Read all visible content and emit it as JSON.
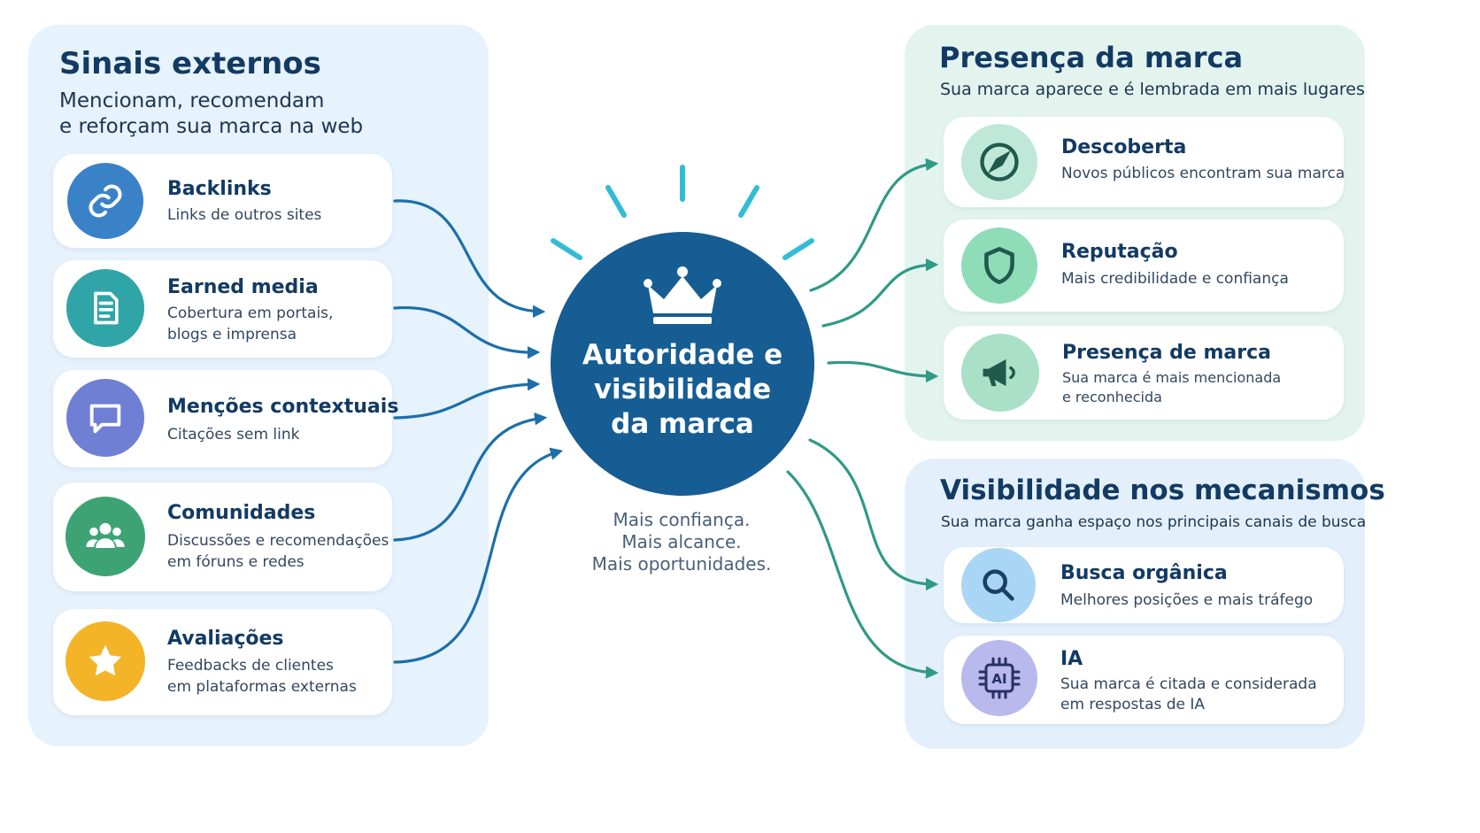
{
  "left_panel": {
    "title": "Sinais externos",
    "subtitle": [
      "Mencionam, recomendam",
      "e reforçam sua marca na web"
    ],
    "items": [
      {
        "title": "Backlinks",
        "desc": [
          "Links de outros sites"
        ],
        "icon": "link-icon",
        "color": "#3a82c8"
      },
      {
        "title": "Earned media",
        "desc": [
          "Cobertura em portais,",
          "blogs e imprensa"
        ],
        "icon": "document-icon",
        "color": "#2fa5a8"
      },
      {
        "title": "Menções contextuais",
        "desc": [
          "Citações sem link"
        ],
        "icon": "chat-icon",
        "color": "#6f7fd4"
      },
      {
        "title": "Comunidades",
        "desc": [
          "Discussões e recomendações",
          "em fóruns e redes"
        ],
        "icon": "users-icon",
        "color": "#3da374"
      },
      {
        "title": "Avaliações",
        "desc": [
          "Feedbacks de clientes",
          "em plataformas externas"
        ],
        "icon": "star-icon",
        "color": "#f3b427"
      }
    ]
  },
  "center": {
    "title": [
      "Autoridade e",
      "visibilidade",
      "da marca"
    ],
    "icon": "crown-icon",
    "tagline": [
      "Mais confiança.",
      "Mais alcance.",
      "Mais oportunidades."
    ],
    "color": "#165d94"
  },
  "presenca_panel": {
    "title": "Presença da marca",
    "subtitle": "Sua marca aparece e é lembrada em mais lugares",
    "items": [
      {
        "title": "Descoberta",
        "desc": [
          "Novos públicos encontram sua marca"
        ],
        "icon": "compass-icon"
      },
      {
        "title": "Reputação",
        "desc": [
          "Mais credibilidade e confiança"
        ],
        "icon": "shield-icon"
      },
      {
        "title": "Presença de marca",
        "desc": [
          "Sua marca é mais mencionada",
          "e reconhecida"
        ],
        "icon": "megaphone-icon"
      }
    ]
  },
  "visibilidade_panel": {
    "title": "Visibilidade nos mecanismos",
    "subtitle": "Sua marca ganha espaço nos principais canais de busca",
    "items": [
      {
        "title": "Busca orgânica",
        "desc": [
          "Melhores posições e mais tráfego"
        ],
        "icon": "search-icon"
      },
      {
        "title": "IA",
        "desc": [
          "Sua marca é citada e considerada",
          "em respostas de IA"
        ],
        "icon": "ai-chip-icon",
        "icon_text": "AI"
      }
    ]
  },
  "colors": {
    "arrow_in": "#1c6fa8",
    "arrow_out": "#2f9a86",
    "burst": "#33bcd6"
  }
}
